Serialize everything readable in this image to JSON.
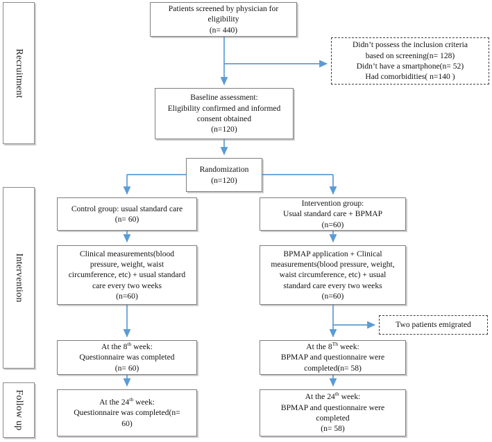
{
  "diagram": {
    "title": "CONSORT participant flow diagram",
    "accent_arrow_color": "#5b9bd5",
    "box_border_color": "#7d7d7d",
    "phases": [
      {
        "id": "recruitment",
        "label": "Recruitment"
      },
      {
        "id": "intervention",
        "label": "Intervention"
      },
      {
        "id": "followup",
        "label": "Follow up"
      }
    ],
    "nodes": {
      "screened": {
        "line1": "Patients screened by physician for",
        "line2": "eligibility",
        "line3": "(n= 440)"
      },
      "excluded": {
        "line1": "Didn’t possess the inclusion criteria",
        "line2": "based on screening(n= 128)",
        "line3": "Didn’t have a smartphone(n= 52)",
        "line4": "Had comorbidities( n=140 )"
      },
      "baseline": {
        "line1": "Baseline assessment:",
        "line2": "Eligibility confirmed and informed",
        "line3": "consent obtained",
        "line4": "(n=120)"
      },
      "randomization": {
        "line1": "Randomization",
        "line2": "(n=120)"
      },
      "control_group": {
        "line1": "Control group: usual standard care",
        "line2": "(n= 60)"
      },
      "intervention_group": {
        "line1": "Intervention group:",
        "line2": "Usual standard care + BPMAP",
        "line3": "(n=60)"
      },
      "control_measures": {
        "line1": "Clinical measurements(blood",
        "line2": "pressure, weight, waist",
        "line3": "circumference, etc) + usual standard",
        "line4": "care every two weeks",
        "line5": "(n=60)"
      },
      "intervention_measures": {
        "line1": "BPMAP application + Clinical",
        "line2": "measurements(blood pressure, weight,",
        "line3": "waist circumference, etc) + usual",
        "line4": "standard care every two weeks",
        "line5": "(n=60)"
      },
      "emigrated": {
        "line1": "Two patients emigrated"
      },
      "control_week8": {
        "line1_pre": "At the 8",
        "line1_sup": "th",
        "line1_post": " week:",
        "line2": "Questionnaire was completed",
        "line3": "(n= 60)"
      },
      "intervention_week8": {
        "line1_pre": "At the 8",
        "line1_sup": "Th",
        "line1_post": " week:",
        "line2": "BPMAP and questionnaire were",
        "line3": "completed(n= 58)"
      },
      "control_week24": {
        "line1_pre": "At the 24",
        "line1_sup": "th",
        "line1_post": " week:",
        "line2": "Questionnaire was completed(n=",
        "line3": "60)"
      },
      "intervention_week24": {
        "line1_pre": "At the 24",
        "line1_sup": "th",
        "line1_post": " week:",
        "line2": "BPMAP and questionnaire were",
        "line3": "completed",
        "line4": "(n= 58)"
      }
    }
  },
  "chart_data": {
    "type": "diagram",
    "title": "CONSORT participant flow diagram",
    "stages": [
      {
        "phase": "Recruitment",
        "steps": [
          {
            "name": "Patients screened by physician for eligibility",
            "n": 440
          },
          {
            "name": "Didn’t possess the inclusion criteria based on screening",
            "n": 128,
            "excluded": true
          },
          {
            "name": "Didn’t have a smartphone",
            "n": 52,
            "excluded": true
          },
          {
            "name": "Had comorbidities",
            "n": 140,
            "excluded": true
          },
          {
            "name": "Baseline assessment: Eligibility confirmed and informed consent obtained",
            "n": 120
          },
          {
            "name": "Randomization",
            "n": 120
          }
        ]
      },
      {
        "phase": "Intervention",
        "steps": [
          {
            "name": "Control group: usual standard care",
            "n": 60,
            "arm": "control"
          },
          {
            "name": "Intervention group: Usual standard care + BPMAP",
            "n": 60,
            "arm": "intervention"
          },
          {
            "name": "Clinical measurements(blood pressure, weight, waist circumference, etc) + usual standard care every two weeks",
            "n": 60,
            "arm": "control"
          },
          {
            "name": "BPMAP application + Clinical measurements(blood pressure, weight, waist circumference, etc) + usual standard care every two weeks",
            "n": 60,
            "arm": "intervention"
          },
          {
            "name": "Two patients emigrated",
            "n": 2,
            "excluded": true,
            "arm": "intervention"
          },
          {
            "name": "At the 8th week: Questionnaire was completed",
            "n": 60,
            "arm": "control"
          },
          {
            "name": "At the 8Th week: BPMAP and questionnaire were completed",
            "n": 58,
            "arm": "intervention"
          }
        ]
      },
      {
        "phase": "Follow up",
        "steps": [
          {
            "name": "At the 24th week: Questionnaire was completed",
            "n": 60,
            "arm": "control"
          },
          {
            "name": "At the 24th week: BPMAP and questionnaire were completed",
            "n": 58,
            "arm": "intervention"
          }
        ]
      }
    ]
  }
}
